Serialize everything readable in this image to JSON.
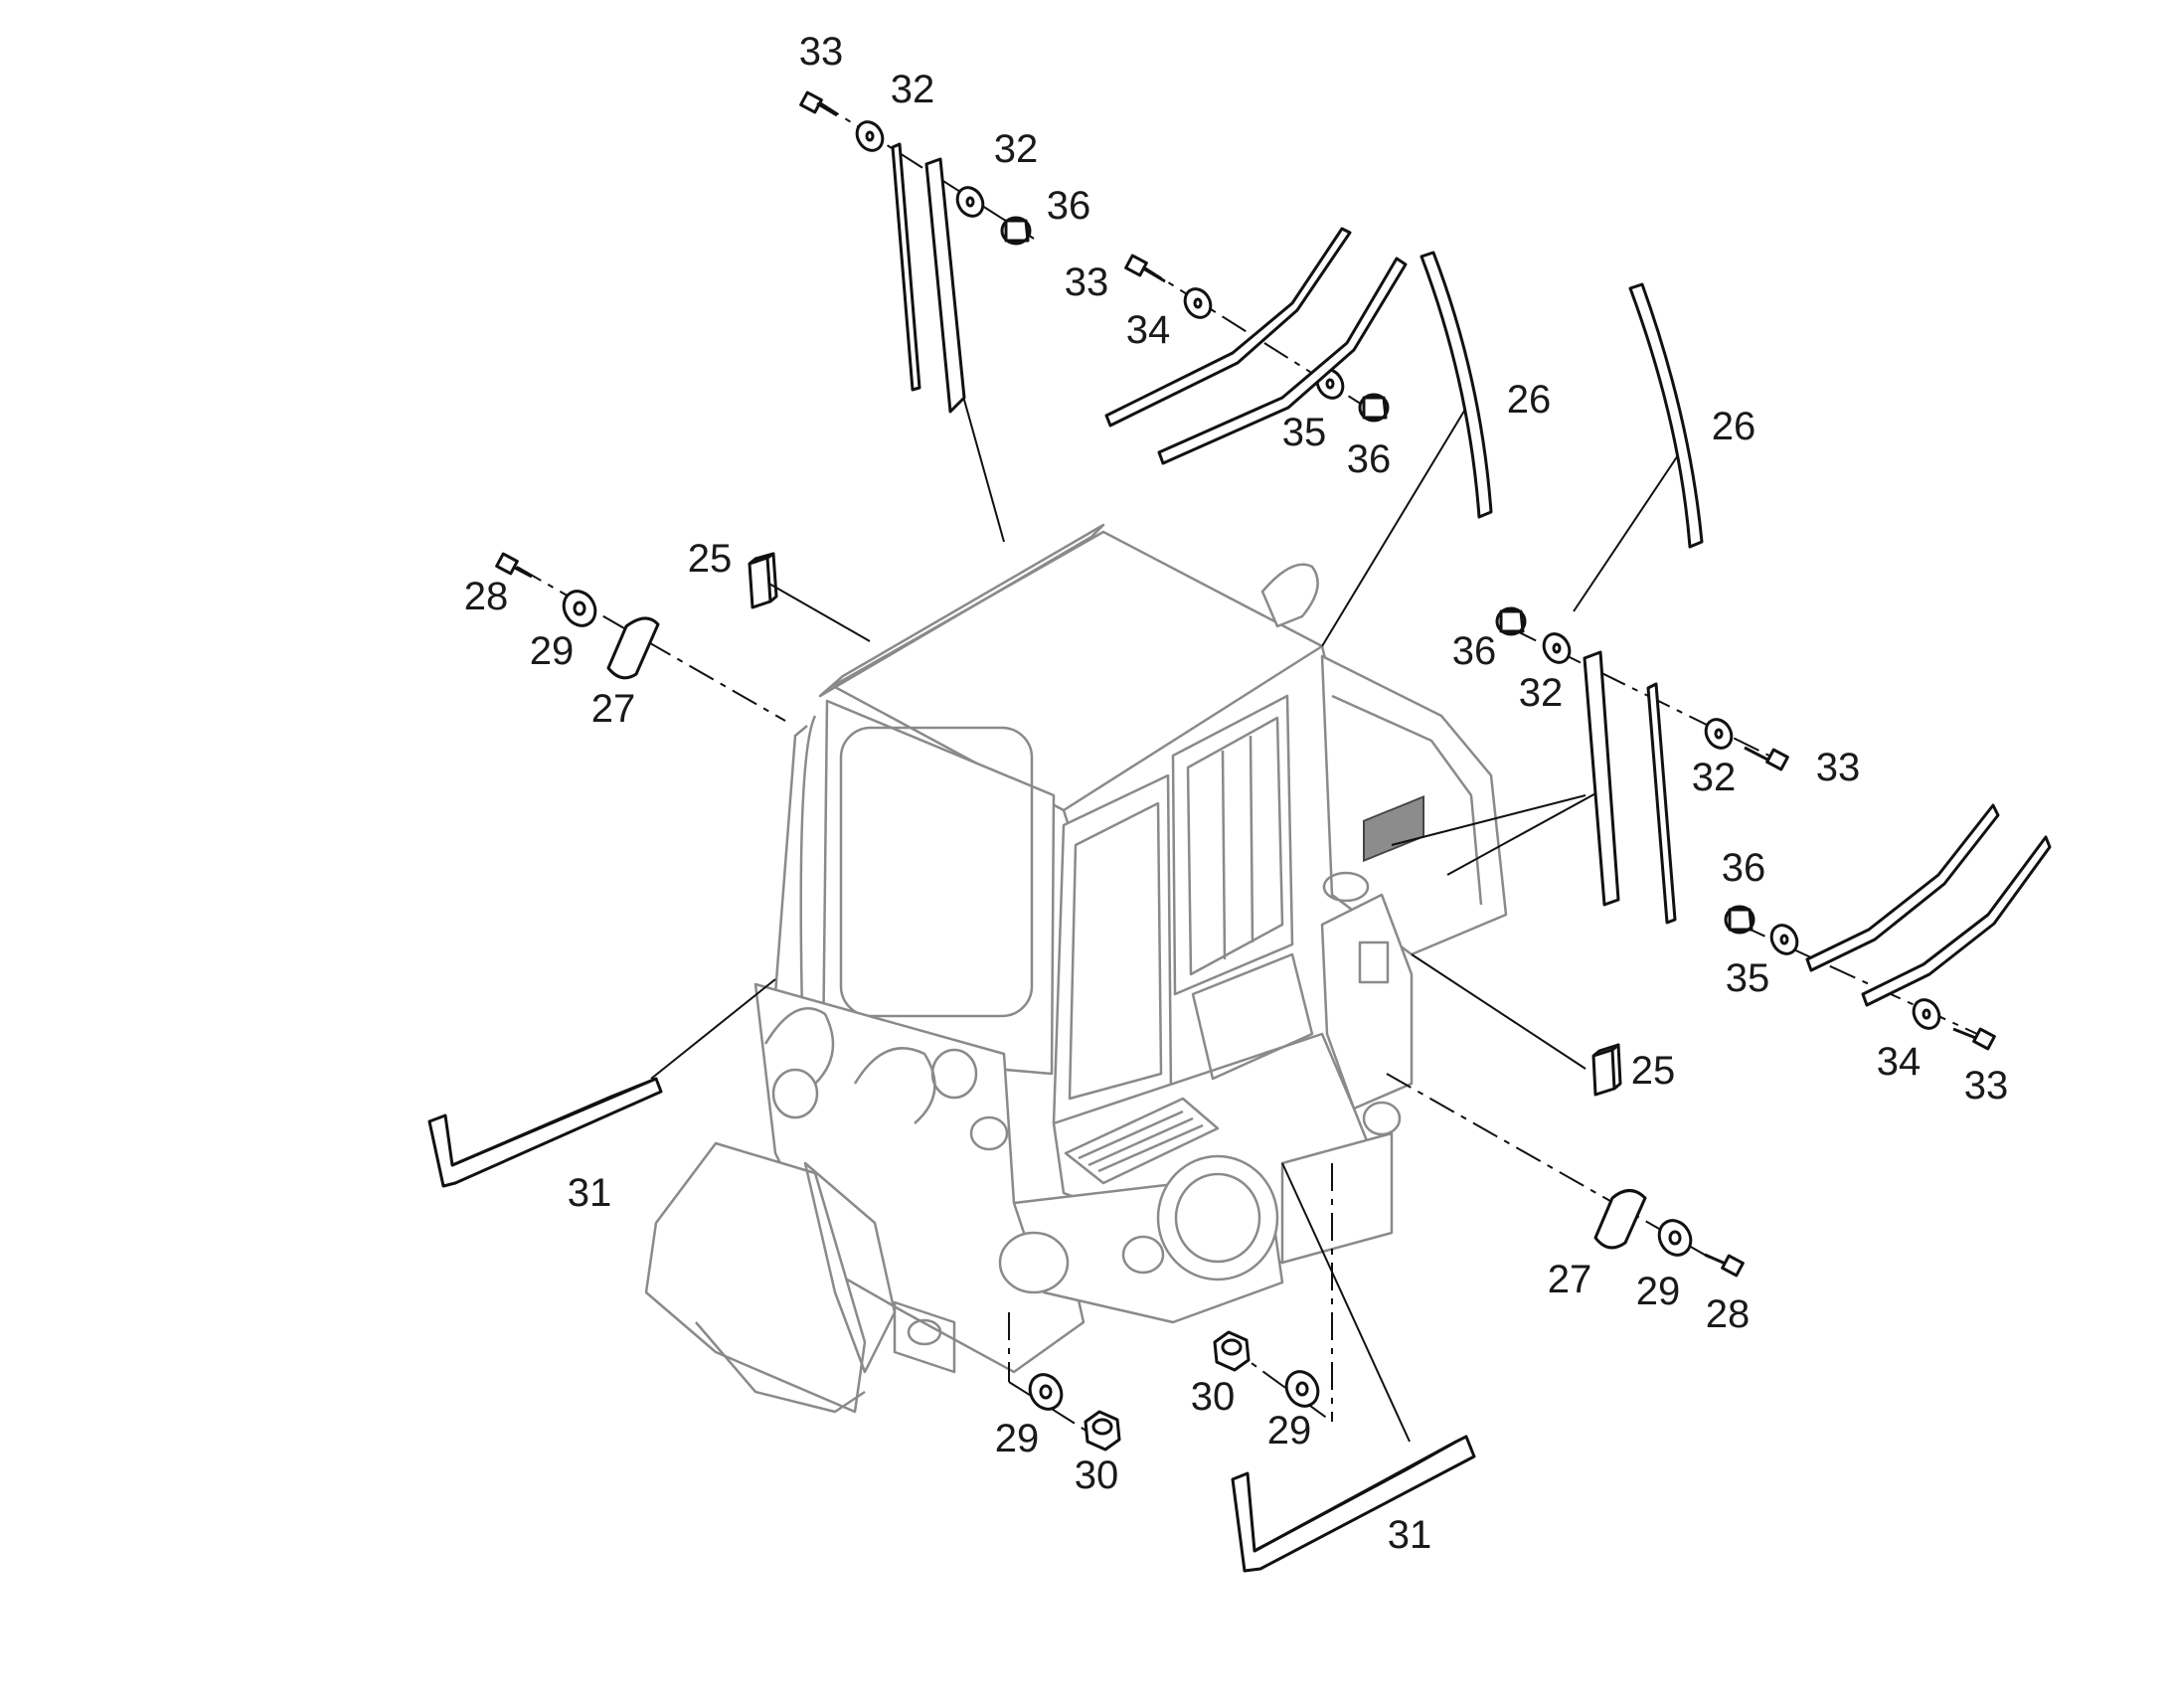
{
  "callouts": [
    {
      "id": "c1",
      "text": "33"
    },
    {
      "id": "c2",
      "text": "32"
    },
    {
      "id": "c3",
      "text": "32"
    },
    {
      "id": "c4",
      "text": "36"
    },
    {
      "id": "c5",
      "text": "33"
    },
    {
      "id": "c6",
      "text": "34"
    },
    {
      "id": "c7",
      "text": "35"
    },
    {
      "id": "c8",
      "text": "36"
    },
    {
      "id": "c9",
      "text": "26"
    },
    {
      "id": "c10",
      "text": "26"
    },
    {
      "id": "c11",
      "text": "25"
    },
    {
      "id": "c12",
      "text": "28"
    },
    {
      "id": "c13",
      "text": "29"
    },
    {
      "id": "c14",
      "text": "27"
    },
    {
      "id": "c15",
      "text": "36"
    },
    {
      "id": "c16",
      "text": "32"
    },
    {
      "id": "c17",
      "text": "32"
    },
    {
      "id": "c18",
      "text": "33"
    },
    {
      "id": "c19",
      "text": "36"
    },
    {
      "id": "c20",
      "text": "35"
    },
    {
      "id": "c21",
      "text": "34"
    },
    {
      "id": "c22",
      "text": "33"
    },
    {
      "id": "c23",
      "text": "25"
    },
    {
      "id": "c24",
      "text": "31"
    },
    {
      "id": "c25",
      "text": "27"
    },
    {
      "id": "c26",
      "text": "29"
    },
    {
      "id": "c27",
      "text": "28"
    },
    {
      "id": "c28",
      "text": "30"
    },
    {
      "id": "c29",
      "text": "29"
    },
    {
      "id": "c30",
      "text": "29"
    },
    {
      "id": "c31",
      "text": "30"
    },
    {
      "id": "c32",
      "text": "31"
    }
  ]
}
